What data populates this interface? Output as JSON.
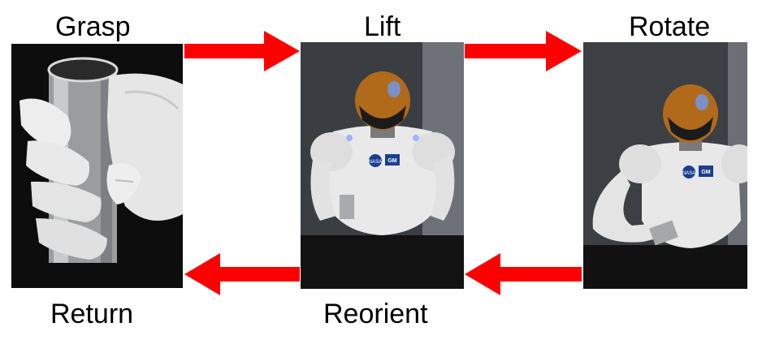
{
  "steps": {
    "grasp": "Grasp",
    "lift": "Lift",
    "rotate": "Rotate",
    "reorient": "Reorient",
    "return": "Return"
  },
  "badges": {
    "nasa": "NASA",
    "gm": "GM"
  },
  "colors": {
    "arrow": "#ff0000",
    "photo_dark": "#141414",
    "robot_white": "#eeeeee",
    "helmet_gold": "#b06a1a"
  }
}
